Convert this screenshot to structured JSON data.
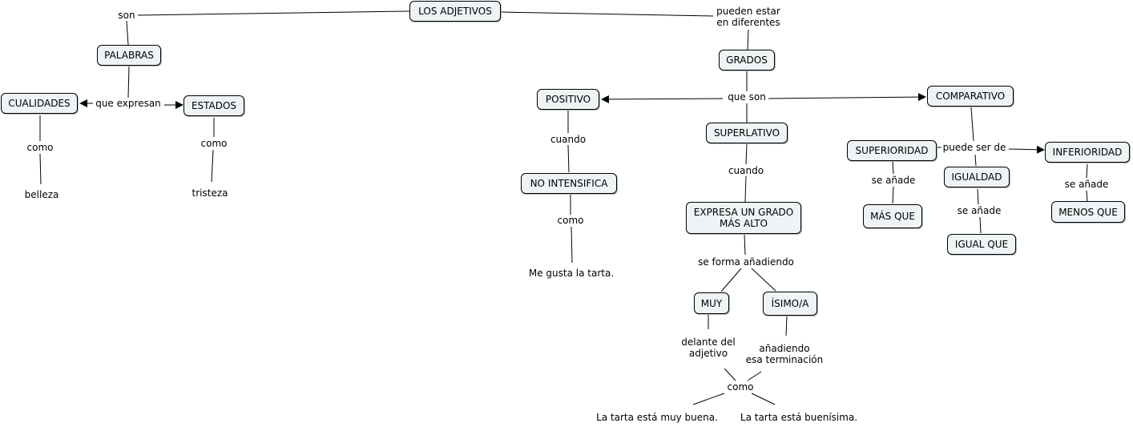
{
  "concepts": {
    "los_adjetivos": "LOS ADJETIVOS",
    "palabras": "PALABRAS",
    "cualidades": "CUALIDADES",
    "estados": "ESTADOS",
    "grados": "GRADOS",
    "positivo": "POSITIVO",
    "no_intensifica": "NO INTENSIFICA",
    "superlativo": "SUPERLATIVO",
    "expresa_grado": "EXPRESA UN GRADO\nMÁS ALTO",
    "muy": "MUY",
    "isimo": "ÍSIMO/A",
    "comparativo": "COMPARATIVO",
    "superioridad": "SUPERIORIDAD",
    "igualdad": "IGUALDAD",
    "inferioridad": "INFERIORIDAD",
    "mas_que": "MÁS QUE",
    "igual_que": "IGUAL QUE",
    "menos_que": "MENOS QUE"
  },
  "link_labels": {
    "son": "son",
    "que_expresan": "que expresan",
    "como_cualidades": "como",
    "como_estados": "como",
    "pueden_estar": "pueden estar\nen diferentes",
    "que_son": "que son",
    "cuando_positivo": "cuando",
    "como_positivo": "como",
    "cuando_superlativo": "cuando",
    "se_forma": "se forma añadiendo",
    "delante": "delante del\nadjetivo",
    "anadiendo": "añadiendo\nesa terminación",
    "como_ejemplos": "como",
    "puede_ser_de": "puede ser de",
    "se_anade_sup": "se añade",
    "se_anade_igu": "se añade",
    "se_anade_inf": "se añade"
  },
  "examples": {
    "belleza": "belleza",
    "tristeza": "tristeza",
    "me_gusta": "Me gusta la tarta.",
    "muy_buena": "La tarta está muy buena.",
    "buenisima": "La tarta está buenísima."
  },
  "colors": {
    "node_fill": "#eef3f5",
    "line": "#000000"
  }
}
